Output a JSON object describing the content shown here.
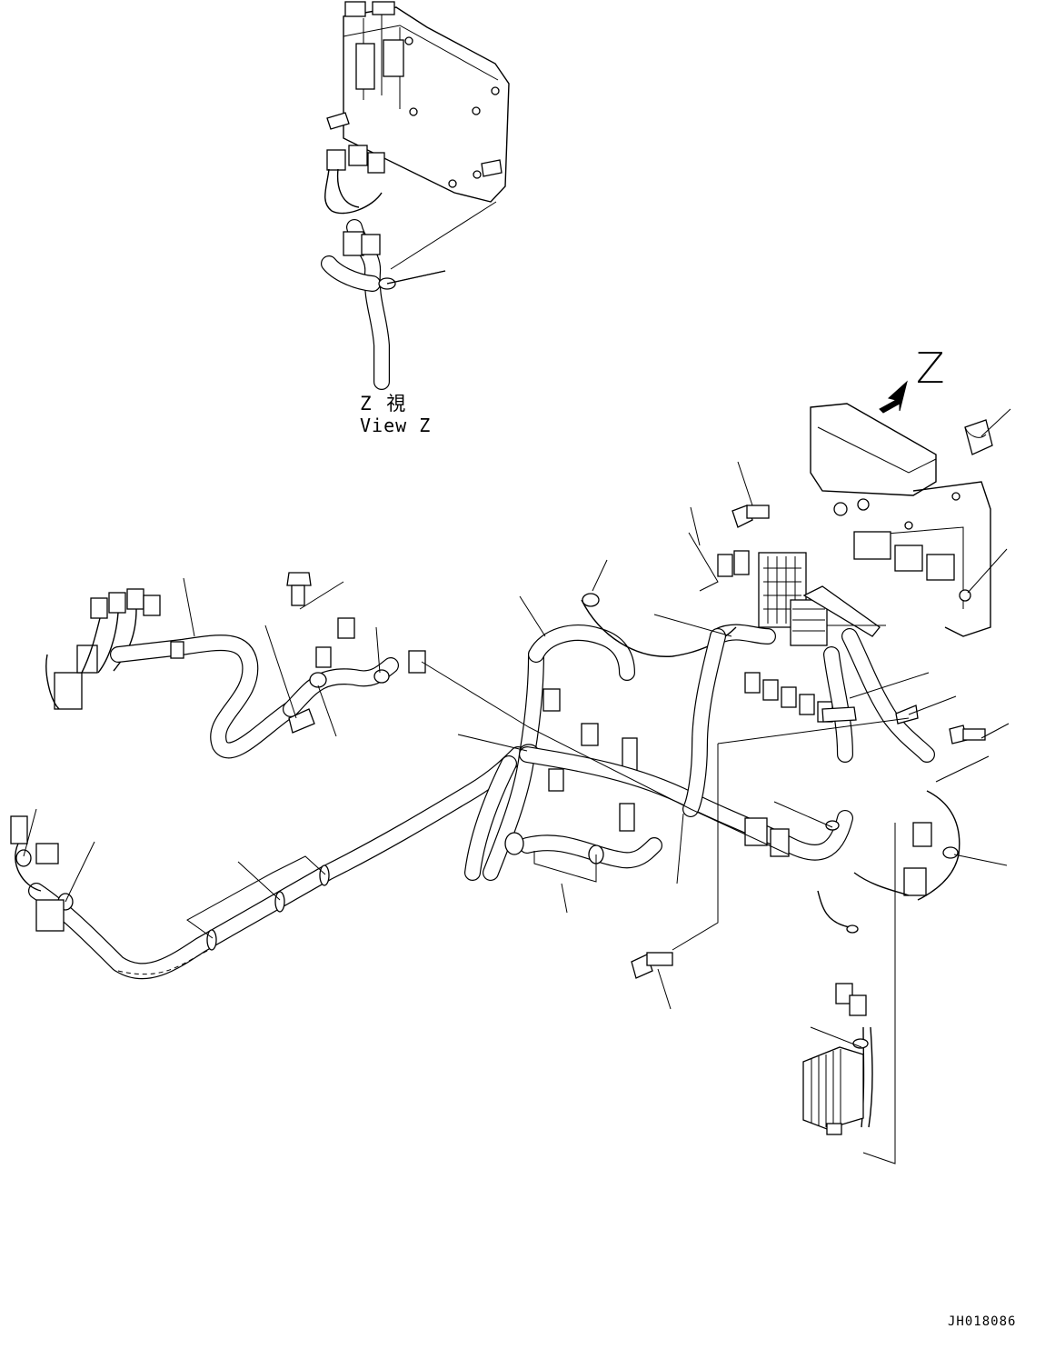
{
  "view_label": {
    "japanese": "Z 視",
    "english": "View Z"
  },
  "direction_marker": {
    "letter": "Z"
  },
  "drawing_code": "JH018086"
}
